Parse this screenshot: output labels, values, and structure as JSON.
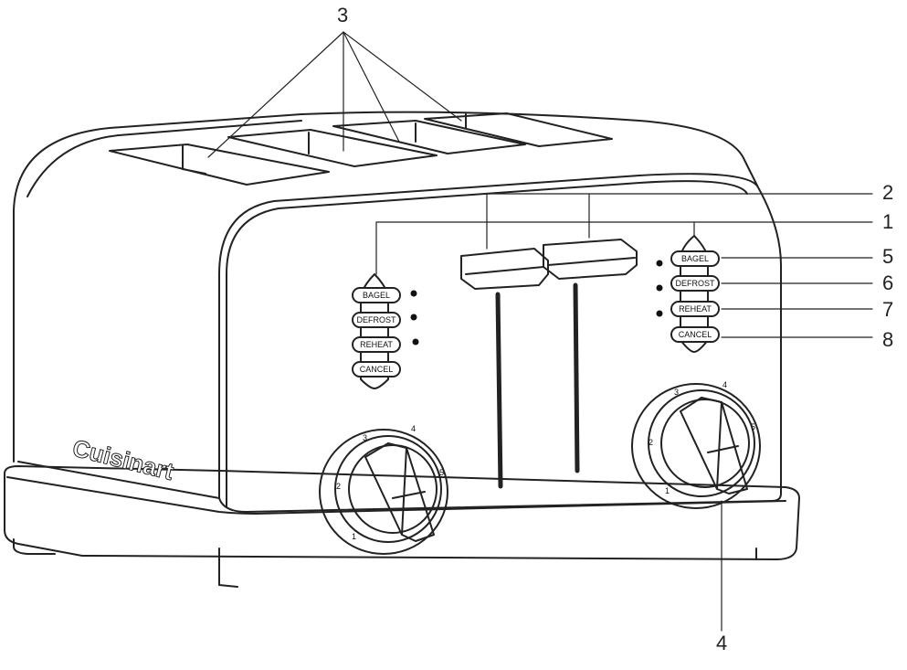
{
  "diagram": {
    "subject": "Four-slice toaster",
    "brand_logo": "Cuisinart",
    "callouts": [
      {
        "id": "1",
        "label": "1",
        "target": "control buttons (both sides)"
      },
      {
        "id": "2",
        "label": "2",
        "target": "carriage levers"
      },
      {
        "id": "3",
        "label": "3",
        "target": "bread slots (4)"
      },
      {
        "id": "4",
        "label": "4",
        "target": "browning control dial"
      },
      {
        "id": "5",
        "label": "5",
        "target": "BAGEL button"
      },
      {
        "id": "6",
        "label": "6",
        "target": "DEFROST button"
      },
      {
        "id": "7",
        "label": "7",
        "target": "REHEAT button"
      },
      {
        "id": "8",
        "label": "8",
        "target": "CANCEL button"
      }
    ],
    "left_panel": {
      "buttons": [
        "BAGEL",
        "DEFROST",
        "REHEAT",
        "CANCEL"
      ]
    },
    "right_panel": {
      "buttons": [
        "BAGEL",
        "DEFROST",
        "REHEAT",
        "CANCEL"
      ]
    },
    "dial": {
      "numbers": [
        "1",
        "2",
        "3",
        "4",
        "5"
      ]
    },
    "colors": {
      "line": "#222222",
      "background": "#ffffff"
    }
  }
}
